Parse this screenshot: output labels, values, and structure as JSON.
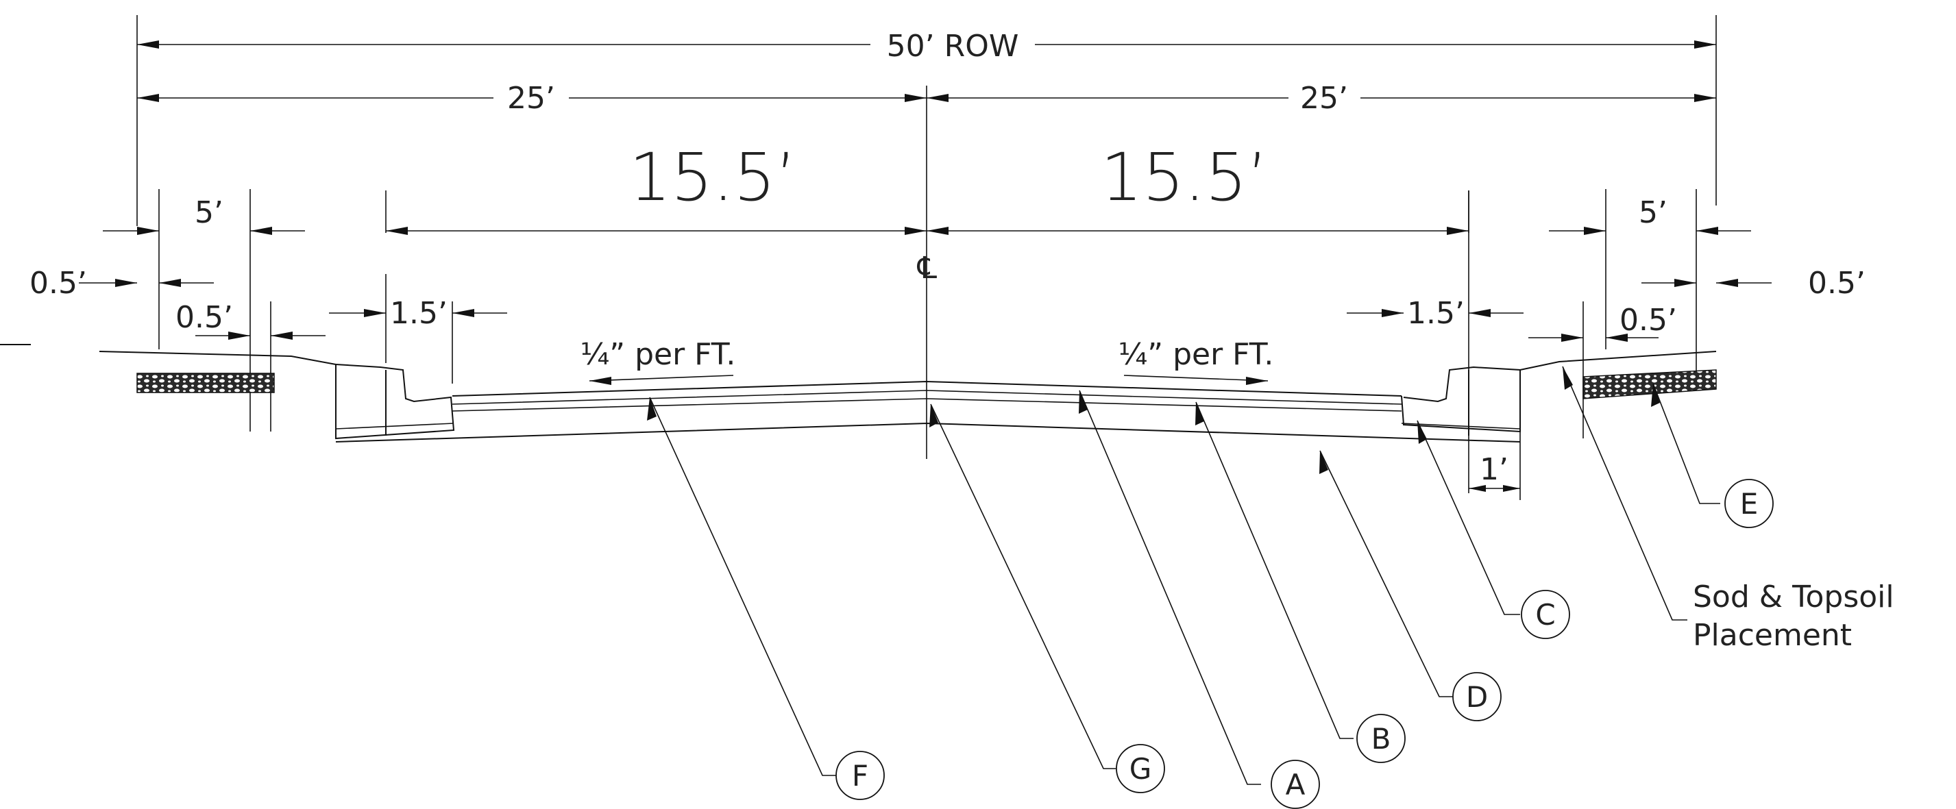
{
  "dimensions": {
    "row_total": "50’ ROW",
    "half_left": "25’",
    "half_right": "25’",
    "lane_left": "15.5’",
    "lane_right": "15.5’",
    "sidewalk_left": "5’",
    "sidewalk_right": "5’",
    "offset_left_outer": "0.5’",
    "offset_left_inner": "0.5’",
    "offset_right_outer": "0.5’",
    "offset_right_inner": "0.5’",
    "gutter_left": "1.5’",
    "gutter_right": "1.5’",
    "curb_back": "1’"
  },
  "centerline_symbol": "℄",
  "slope_left": "¼” per FT.",
  "slope_right": "¼” per FT.",
  "callouts": [
    "F",
    "G",
    "A",
    "B",
    "D",
    "C",
    "E"
  ],
  "note": {
    "line1": "Sod & Topsoil",
    "line2": "Placement"
  }
}
